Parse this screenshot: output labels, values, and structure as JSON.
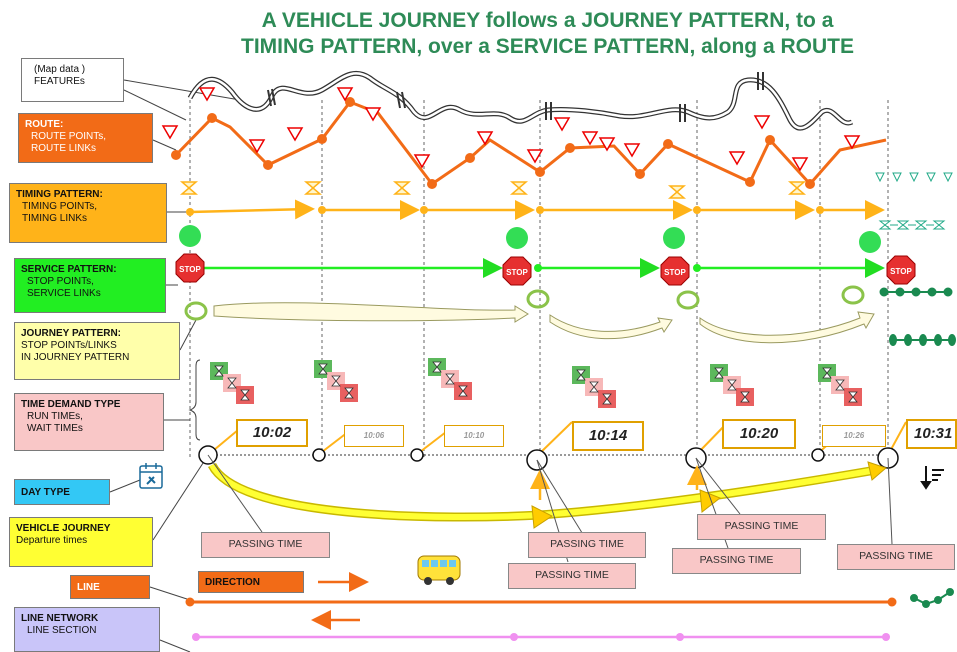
{
  "title": {
    "line1": "A VEHICLE JOURNEY follows a JOURNEY PATTERN, to a",
    "line2": "TIMING PATTERN, over a SERVICE PATTERN, along a ROUTE"
  },
  "labels": {
    "features": {
      "line1": "(Map data )",
      "line2": "FEATUREs"
    },
    "route": {
      "head": "ROUTE:",
      "l1": "ROUTE  POINTs,",
      "l2": "ROUTE  LINKs"
    },
    "timing": {
      "head": "TIMING PATTERN:",
      "l1": "TIMING POINTs,",
      "l2": "TIMING LINKs"
    },
    "service": {
      "head": "SERVICE PATTERN:",
      "l1": "STOP POINTs,",
      "l2": "SERVICE LINKs"
    },
    "journey": {
      "head": "JOURNEY PATTERN:",
      "l1": "STOP POINTs/LINKS",
      "l2": "IN JOURNEY PATTERN"
    },
    "tdt": {
      "head": "TIME DEMAND TYPE",
      "l1": "RUN TIMEs,",
      "l2": "WAIT TIMEs"
    },
    "day_type": "DAY TYPE",
    "vehicle_journey": {
      "head": "VEHICLE JOURNEY",
      "l1": "Departure times"
    },
    "line": "LINE",
    "direction": "DIRECTION",
    "line_network": {
      "head": "LINE NETWORK",
      "l1": "LINE SECTION"
    }
  },
  "stop_label": "STOP",
  "times": {
    "t1": "10:02",
    "t2": "10:06",
    "t3": "10:10",
    "t4": "10:14",
    "t5": "10:20",
    "t6": "10:26",
    "t7": "10:31"
  },
  "passing_time_label": "PASSING TIME",
  "colors": {
    "title": "#2e8b57",
    "route": "#f26b17",
    "timing": "#ffb319",
    "service": "#22ee22",
    "journey": "#ffffaa",
    "time_demand": "#f9c7c7",
    "day_type": "#33c8f5",
    "vehicle_journey": "#ffff33",
    "line_network": "#c9c5f9",
    "line_section": "#f090f0"
  }
}
